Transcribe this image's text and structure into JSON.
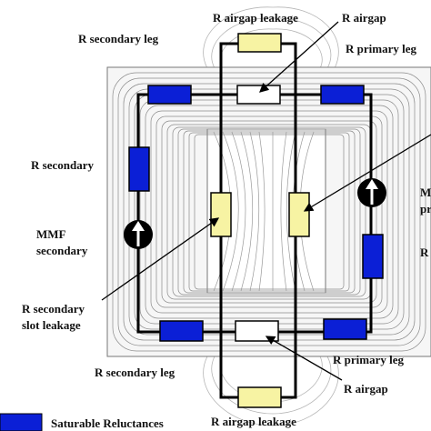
{
  "labels": {
    "r_airgap_leakage_top": "R airgap leakage",
    "r_airgap_top": "R airgap",
    "r_secondary_leg_top": "R secondary leg",
    "r_primary_leg_top": "R primary leg",
    "r_secondary": "R secondary",
    "mmf_secondary_line1": "MMF",
    "mmf_secondary_line2": "secondary",
    "r_secondary_slot_line1": "R  secondary",
    "r_secondary_slot_line2": "slot leakage",
    "mmf_primary_line1": "M",
    "mmf_primary_line2": "pr",
    "r_primary_right": "R",
    "r_secondary_leg_bottom": "R secondary leg",
    "r_primary_leg_bottom": "R primary leg",
    "r_airgap_bottom": "R airgap",
    "r_airgap_leakage_bottom": "R airgap leakage",
    "legend_text": "Saturable Reluctances"
  },
  "colors": {
    "saturable": "#0b1fd6",
    "airgap": "#ffffff",
    "leakage": "#f7f3a3",
    "field_lines": "#8a8a8a",
    "core_fill": "#f6f6f6"
  },
  "icons": {
    "mmf_source": "arrow-up-in-circle"
  }
}
